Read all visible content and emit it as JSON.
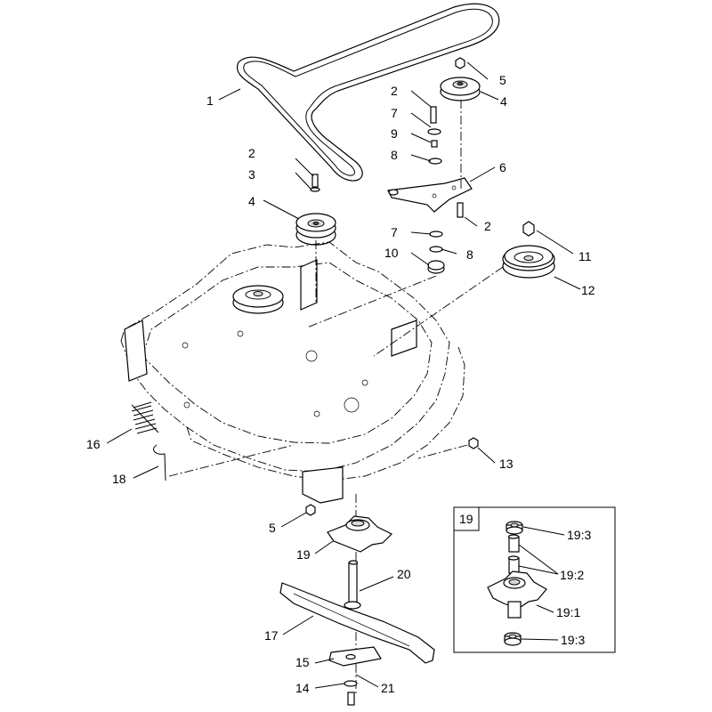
{
  "callouts": {
    "c1": "1",
    "c2a": "2",
    "c2b": "2",
    "c2c": "2",
    "c3": "3",
    "c4a": "4",
    "c4b": "4",
    "c5a": "5",
    "c5b": "5",
    "c6": "6",
    "c7a": "7",
    "c7b": "7",
    "c8a": "8",
    "c8b": "8",
    "c9": "9",
    "c10": "10",
    "c11": "11",
    "c12": "12",
    "c13": "13",
    "c14": "14",
    "c15": "15",
    "c16": "16",
    "c17": "17",
    "c18": "18",
    "c19": "19",
    "c20": "20",
    "c21": "21"
  },
  "inset": {
    "title": "19",
    "c19_3a": "19:3",
    "c19_2": "19:2",
    "c19_1": "19:1",
    "c19_3b": "19:3"
  }
}
